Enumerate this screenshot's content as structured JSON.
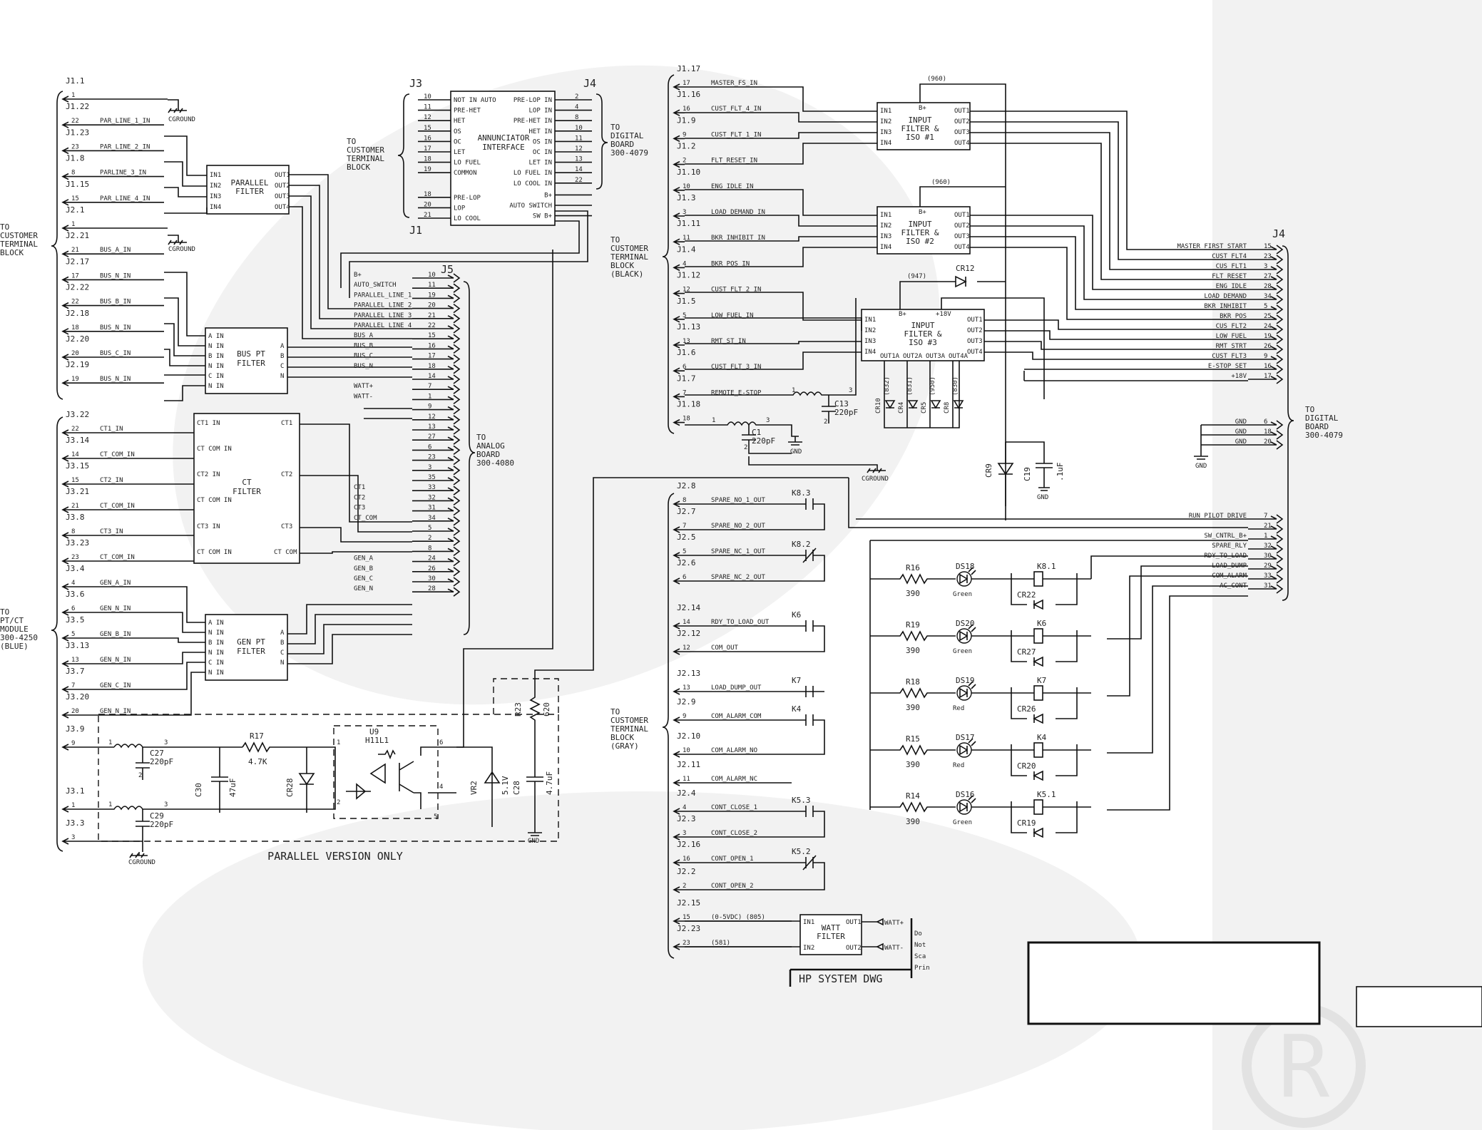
{
  "colors": {
    "line": "#111111",
    "watermark": "#ececec",
    "background": "#ffffff"
  },
  "watermark": {
    "icon": "registered-mark-icon"
  },
  "labels": {
    "to_customer_block": [
      "TO",
      "CUSTOMER",
      "TERMINAL",
      "BLOCK"
    ],
    "to_customer_black": [
      "TO",
      "CUSTOMER",
      "TERMINAL",
      "BLOCK",
      "(BLACK)"
    ],
    "to_customer_gray": [
      "TO",
      "CUSTOMER",
      "TERMINAL",
      "BLOCK",
      "(GRAY)"
    ],
    "to_ptct": [
      "TO",
      "PT/CT",
      "MODULE",
      "300-4250",
      "(BLUE)"
    ],
    "to_digital_top": [
      "TO",
      "DIGITAL",
      "BOARD",
      "300-4079"
    ],
    "to_digital_right": [
      "TO",
      "DIGITAL",
      "BOARD",
      "300-4079"
    ],
    "to_analog": [
      "TO",
      "ANALOG",
      "BOARD",
      "300-4080"
    ],
    "parallel_version_only": "PARALLEL VERSION ONLY",
    "hp_system_dwg": "HP SYSTEM DWG",
    "do_not_scale": [
      "Do",
      "Not",
      "Sca",
      "Prin"
    ],
    "cground": "CGROUND",
    "gnd": "GND"
  },
  "connectors": {
    "J3_top": "J3",
    "J4_top": "J4",
    "J1_bottom": "J1",
    "J5": "J5",
    "J4_right": "J4"
  },
  "left_upper_pins": [
    {
      "ref": "J1.1",
      "num": "1",
      "sig": ""
    },
    {
      "ref": "J1.22",
      "num": "22",
      "sig": "PAR_LINE_1_IN"
    },
    {
      "ref": "J1.23",
      "num": "23",
      "sig": "PAR_LINE_2_IN"
    },
    {
      "ref": "J1.8",
      "num": "8",
      "sig": "PARLINE_3_IN"
    },
    {
      "ref": "J1.15",
      "num": "15",
      "sig": "PAR_LINE_4_IN"
    },
    {
      "ref": "J2.1",
      "num": "1",
      "sig": ""
    },
    {
      "ref": "J2.21",
      "num": "21",
      "sig": "BUS_A_IN"
    },
    {
      "ref": "J2.17",
      "num": "17",
      "sig": "BUS_N_IN"
    },
    {
      "ref": "J2.22",
      "num": "22",
      "sig": "BUS_B_IN"
    },
    {
      "ref": "J2.18",
      "num": "18",
      "sig": "BUS_N_IN"
    },
    {
      "ref": "J2.20",
      "num": "20",
      "sig": "BUS_C_IN"
    },
    {
      "ref": "J2.19",
      "num": "19",
      "sig": "BUS_N_IN"
    }
  ],
  "left_lower_pins": [
    {
      "ref": "J3.22",
      "num": "22",
      "sig": "CT1_IN"
    },
    {
      "ref": "J3.14",
      "num": "14",
      "sig": "CT_COM_IN"
    },
    {
      "ref": "J3.15",
      "num": "15",
      "sig": "CT2_IN"
    },
    {
      "ref": "J3.21",
      "num": "21",
      "sig": "CT_COM_IN"
    },
    {
      "ref": "J3.8",
      "num": "8",
      "sig": "CT3_IN"
    },
    {
      "ref": "J3.23",
      "num": "23",
      "sig": "CT_COM_IN"
    },
    {
      "ref": "J3.4",
      "num": "4",
      "sig": "GEN_A_IN"
    },
    {
      "ref": "J3.6",
      "num": "6",
      "sig": "GEN_N_IN"
    },
    {
      "ref": "J3.5",
      "num": "5",
      "sig": "GEN_B_IN"
    },
    {
      "ref": "J3.13",
      "num": "13",
      "sig": "GEN_N_IN"
    },
    {
      "ref": "J3.7",
      "num": "7",
      "sig": "GEN_C_IN"
    },
    {
      "ref": "J3.20",
      "num": "20",
      "sig": "GEN_N_IN"
    },
    {
      "ref": "J3.9",
      "num": "9",
      "sig": ""
    },
    {
      "ref": "J3.1",
      "num": "1",
      "sig": ""
    },
    {
      "ref": "J3.3",
      "num": "3",
      "sig": ""
    }
  ],
  "blocks": {
    "parallel_filter": {
      "title": [
        "PARALLEL",
        "FILTER"
      ],
      "in": [
        "IN1",
        "IN2",
        "IN3",
        "IN4"
      ],
      "out": [
        "OUT1",
        "OUT2",
        "OUT3",
        "OUT4"
      ]
    },
    "bus_pt_filter": {
      "title": [
        "BUS PT",
        "FILTER"
      ],
      "in": [
        "A IN",
        "N IN",
        "B IN",
        "N IN",
        "C IN",
        "N IN"
      ],
      "out": [
        "A",
        "B",
        "C",
        "N"
      ]
    },
    "ct_filter": {
      "title": [
        "CT",
        "FILTER"
      ],
      "in": [
        "CT1 IN",
        "CT COM IN",
        "CT2 IN",
        "CT COM IN",
        "CT3 IN",
        "CT COM IN"
      ],
      "out": [
        "CT1",
        "CT2",
        "CT3",
        "CT COM"
      ]
    },
    "gen_pt_filter": {
      "title": [
        "GEN PT",
        "FILTER"
      ],
      "in": [
        "A IN",
        "N IN",
        "B IN",
        "N IN",
        "C IN",
        "N IN"
      ],
      "out": [
        "A",
        "B",
        "C",
        "N"
      ]
    },
    "annunciator": {
      "title": [
        "ANNUNCIATOR",
        "INTERFACE"
      ],
      "left": [
        "NOT IN AUTO",
        "PRE-HET",
        "HET",
        "OS",
        "OC",
        "LET",
        "LO FUEL",
        "COMMON",
        "PRE-LOP",
        "LOP",
        "LO COOL"
      ],
      "right": [
        "PRE-LOP IN",
        "LOP IN",
        "PRE-HET IN",
        "HET IN",
        "OS IN",
        "OC IN",
        "LET IN",
        "LO FUEL IN",
        "LO COOL IN",
        "B+",
        "AUTO SWITCH",
        "SW B+"
      ],
      "left_nums": [
        "10",
        "11",
        "12",
        "15",
        "16",
        "17",
        "18",
        "19",
        "18",
        "20",
        "21"
      ],
      "right_nums": [
        "2",
        "4",
        "8",
        "10",
        "11",
        "12",
        "13",
        "14",
        "22"
      ]
    },
    "input_iso_1": {
      "title": [
        "INPUT",
        "FILTER &",
        "ISO #1"
      ],
      "in": [
        "IN1",
        "IN2",
        "IN3",
        "IN4"
      ],
      "out": [
        "OUT1",
        "OUT2",
        "OUT3",
        "OUT4"
      ],
      "top": "B+",
      "top_note": "(960)"
    },
    "input_iso_2": {
      "title": [
        "INPUT",
        "FILTER &",
        "ISO #2"
      ],
      "in": [
        "IN1",
        "IN2",
        "IN3",
        "IN4"
      ],
      "out": [
        "OUT1",
        "OUT2",
        "OUT3",
        "OUT4"
      ],
      "top": "B+",
      "top_note": "(960)"
    },
    "input_iso_3": {
      "title": [
        "INPUT",
        "FILTER &",
        "ISO #3"
      ],
      "in": [
        "IN1",
        "IN2",
        "IN3",
        "IN4"
      ],
      "out": [
        "OUT1",
        "OUT2",
        "OUT3",
        "OUT4"
      ],
      "top": "B+",
      "top2": "+18V",
      "bottom": [
        "OUT1A",
        "OUT2A",
        "OUT3A",
        "OUT4A"
      ],
      "note": "(947)"
    },
    "watt_filter": {
      "title": [
        "WATT",
        "FILTER"
      ],
      "in": [
        "IN1",
        "IN2"
      ],
      "out": [
        "OUT1",
        "OUT2"
      ]
    }
  },
  "j5_pins": [
    {
      "num": "10",
      "sig": "B+"
    },
    {
      "num": "11",
      "sig": "AUTO_SWITCH"
    },
    {
      "num": "19",
      "sig": "PARALLEL_LINE_1"
    },
    {
      "num": "20",
      "sig": "PARALLEL_LINE_2"
    },
    {
      "num": "21",
      "sig": "PARALLEL_LINE_3"
    },
    {
      "num": "22",
      "sig": "PARALLEL_LINE_4"
    },
    {
      "num": "15",
      "sig": "BUS_A"
    },
    {
      "num": "16",
      "sig": "BUS_B"
    },
    {
      "num": "17",
      "sig": "BUS_C"
    },
    {
      "num": "18",
      "sig": "BUS_N"
    },
    {
      "num": "14",
      "sig": ""
    },
    {
      "num": "7",
      "sig": "WATT+"
    },
    {
      "num": "1",
      "sig": "WATT-"
    },
    {
      "num": "9",
      "sig": ""
    },
    {
      "num": "12",
      "sig": ""
    },
    {
      "num": "13",
      "sig": ""
    },
    {
      "num": "27",
      "sig": ""
    },
    {
      "num": "6",
      "sig": ""
    },
    {
      "num": "23",
      "sig": ""
    },
    {
      "num": "3",
      "sig": ""
    },
    {
      "num": "35",
      "sig": ""
    },
    {
      "num": "33",
      "sig": "CT1"
    },
    {
      "num": "32",
      "sig": "CT2"
    },
    {
      "num": "31",
      "sig": "CT3"
    },
    {
      "num": "34",
      "sig": "CT_COM"
    },
    {
      "num": "5",
      "sig": ""
    },
    {
      "num": "2",
      "sig": ""
    },
    {
      "num": "8",
      "sig": ""
    },
    {
      "num": "24",
      "sig": "GEN_A"
    },
    {
      "num": "26",
      "sig": "GEN_B"
    },
    {
      "num": "30",
      "sig": "GEN_C"
    },
    {
      "num": "28",
      "sig": "GEN_N"
    }
  ],
  "right_inputs": [
    {
      "ref": "J1.17",
      "num": "17",
      "sig": "MASTER_FS_IN"
    },
    {
      "ref": "J1.16",
      "num": "16",
      "sig": "CUST_FLT_4_IN"
    },
    {
      "ref": "J1.9",
      "num": "9",
      "sig": "CUST_FLT_1_IN"
    },
    {
      "ref": "J1.2",
      "num": "2",
      "sig": "FLT_RESET_IN"
    },
    {
      "ref": "J1.10",
      "num": "10",
      "sig": "ENG_IDLE_IN"
    },
    {
      "ref": "J1.3",
      "num": "3",
      "sig": "LOAD_DEMAND_IN"
    },
    {
      "ref": "J1.11",
      "num": "11",
      "sig": "BKR_INHIBIT_IN"
    },
    {
      "ref": "J1.4",
      "num": "4",
      "sig": "BKR_POS_IN"
    },
    {
      "ref": "J1.12",
      "num": "12",
      "sig": "CUST_FLT_2_IN"
    },
    {
      "ref": "J1.5",
      "num": "5",
      "sig": "LOW_FUEL_IN"
    },
    {
      "ref": "J1.13",
      "num": "13",
      "sig": "RMT_ST_IN"
    },
    {
      "ref": "J1.6",
      "num": "6",
      "sig": "CUST_FLT_3_IN"
    },
    {
      "ref": "J1.7",
      "num": "7",
      "sig": "REMOTE_E-STOP"
    },
    {
      "ref": "J1.18",
      "num": "18",
      "sig": ""
    }
  ],
  "j4_right_pins": [
    {
      "num": "15",
      "sig": "MASTER_FIRST_START"
    },
    {
      "num": "23",
      "sig": "CUST_FLT4"
    },
    {
      "num": "3",
      "sig": "CUS_FLT1"
    },
    {
      "num": "27",
      "sig": "FLT_RESET"
    },
    {
      "num": "28",
      "sig": "ENG_IDLE"
    },
    {
      "num": "34",
      "sig": "LOAD_DEMAND"
    },
    {
      "num": "5",
      "sig": "BKR_INHIBIT"
    },
    {
      "num": "25",
      "sig": "BKR_POS"
    },
    {
      "num": "24",
      "sig": "CUS_FLT2"
    },
    {
      "num": "19",
      "sig": "LOW_FUEL"
    },
    {
      "num": "26",
      "sig": "RMT_STRT"
    },
    {
      "num": "9",
      "sig": "CUST_FLT3"
    },
    {
      "num": "16",
      "sig": "E-STOP_SET"
    },
    {
      "num": "17",
      "sig": "+18V"
    },
    {
      "num": "6",
      "sig": "GND"
    },
    {
      "num": "18",
      "sig": "GND"
    },
    {
      "num": "20",
      "sig": "GND"
    },
    {
      "num": "7",
      "sig": "RUN_PILOT_DRIVE"
    },
    {
      "num": "21",
      "sig": ""
    },
    {
      "num": "1",
      "sig": "SW_CNTRL_B+"
    },
    {
      "num": "32",
      "sig": "SPARE_RLY"
    },
    {
      "num": "30",
      "sig": "RDY_TO_LOAD"
    },
    {
      "num": "29",
      "sig": "LOAD_DUMP"
    },
    {
      "num": "33",
      "sig": "COM_ALARM"
    },
    {
      "num": "31",
      "sig": "AC_CONT"
    }
  ],
  "j2_outputs": [
    {
      "ref": "J2.8",
      "num": "8",
      "sig": "SPARE_NO_1_OUT"
    },
    {
      "ref": "J2.7",
      "num": "7",
      "sig": "SPARE_NO_2_OUT"
    },
    {
      "ref": "J2.5",
      "num": "5",
      "sig": "SPARE_NC_1_OUT"
    },
    {
      "ref": "J2.6",
      "num": "6",
      "sig": "SPARE_NC_2_OUT"
    },
    {
      "ref": "J2.14",
      "num": "14",
      "sig": "RDY_TO_LOAD_OUT"
    },
    {
      "ref": "J2.12",
      "num": "12",
      "sig": "COM_OUT"
    },
    {
      "ref": "J2.13",
      "num": "13",
      "sig": "LOAD_DUMP_OUT"
    },
    {
      "ref": "J2.9",
      "num": "9",
      "sig": "COM_ALARM_COM"
    },
    {
      "ref": "J2.10",
      "num": "10",
      "sig": "COM_ALARM_NO"
    },
    {
      "ref": "J2.11",
      "num": "11",
      "sig": "COM_ALARM_NC"
    },
    {
      "ref": "J2.4",
      "num": "4",
      "sig": "CONT_CLOSE_1"
    },
    {
      "ref": "J2.3",
      "num": "3",
      "sig": "CONT_CLOSE_2"
    },
    {
      "ref": "J2.16",
      "num": "16",
      "sig": "CONT_OPEN_1"
    },
    {
      "ref": "J2.2",
      "num": "2",
      "sig": "CONT_OPEN_2"
    },
    {
      "ref": "J2.15",
      "num": "15",
      "sig": "(0-5VDC) (805)"
    },
    {
      "ref": "J2.23",
      "num": "23",
      "sig": "(581)"
    }
  ],
  "relays": [
    {
      "ref": "K8.3"
    },
    {
      "ref": "K8.2"
    },
    {
      "ref": "K6"
    },
    {
      "ref": "K7"
    },
    {
      "ref": "K4"
    },
    {
      "ref": "K5.3"
    },
    {
      "ref": "K5.2"
    }
  ],
  "leds": [
    {
      "res": "R16",
      "val": "390",
      "led": "DS18",
      "color": "Green",
      "coil": "K8.1",
      "diode": "CR22"
    },
    {
      "res": "R19",
      "val": "390",
      "led": "DS20",
      "color": "Green",
      "coil": "K6",
      "diode": "CR27"
    },
    {
      "res": "R18",
      "val": "390",
      "led": "DS19",
      "color": "Red",
      "coil": "K7",
      "diode": "CR26"
    },
    {
      "res": "R15",
      "val": "390",
      "led": "DS17",
      "color": "Red",
      "coil": "K4",
      "diode": "CR20"
    },
    {
      "res": "R14",
      "val": "390",
      "led": "DS16",
      "color": "Green",
      "coil": "K5.1",
      "diode": "CR19"
    }
  ],
  "components": {
    "C27": [
      "C27",
      "220pF"
    ],
    "C29": [
      "C29",
      "220pF"
    ],
    "R17": [
      "R17",
      "4.7K"
    ],
    "C30": [
      "C30",
      "47uF"
    ],
    "CR28": "CR28",
    "U9": [
      "U9",
      "H11L1"
    ],
    "VR2": [
      "VR2",
      "5.1V"
    ],
    "C28": [
      "C28",
      "4.7uF"
    ],
    "R23": [
      "R23",
      "620"
    ],
    "C13": [
      "C13",
      "220pF"
    ],
    "C1": [
      "C1",
      "220pF"
    ],
    "CR12": "CR12",
    "CR9": "CR9",
    "C19": [
      "C19",
      ".1uF"
    ],
    "CR_diodes": [
      [
        "CR10",
        "(832)"
      ],
      [
        "CR4",
        "(831)"
      ],
      [
        "CR5",
        "(950)"
      ],
      [
        "CR8",
        "(830)"
      ]
    ]
  },
  "watt_outputs": [
    "WATT+",
    "WATT-"
  ]
}
